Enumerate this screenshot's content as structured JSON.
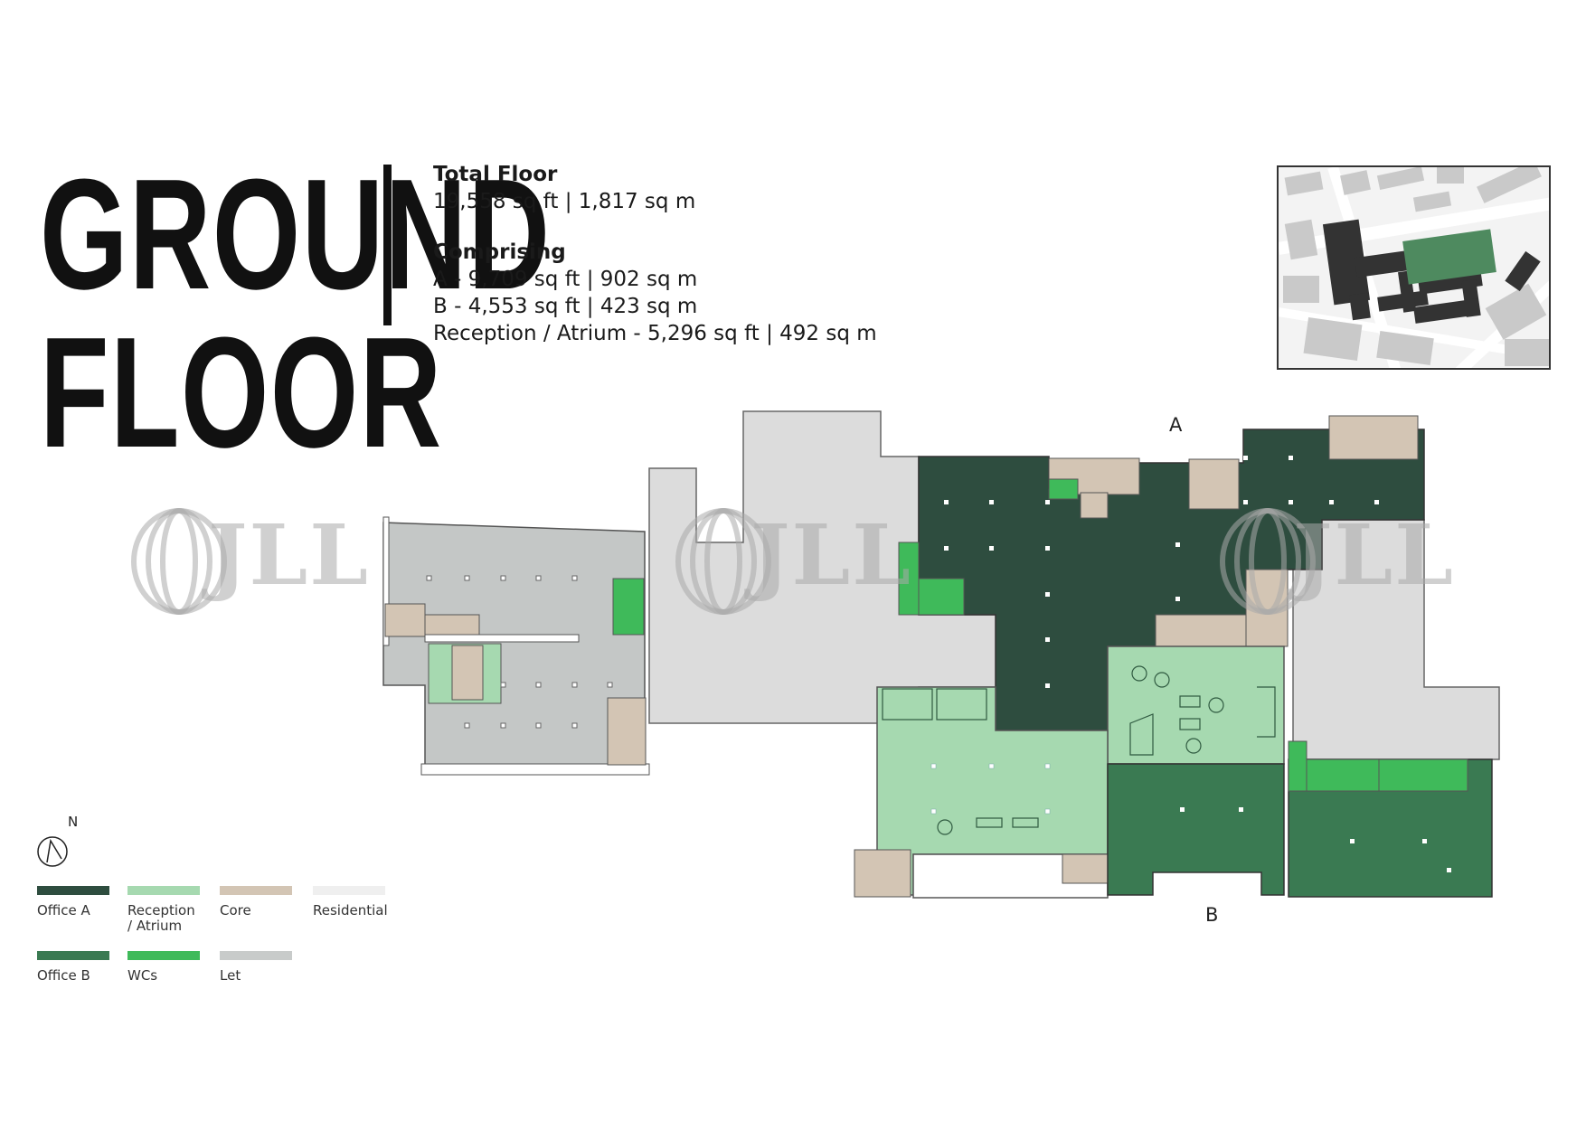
{
  "title": {
    "line1": "GROUND",
    "line2": "FLOOR"
  },
  "total_floor": {
    "heading": "Total Floor",
    "value": "19,558 sq ft | 1,817 sq m"
  },
  "comprising": {
    "heading": "Comprising",
    "items": [
      "A - 9,709 sq ft | 902 sq m",
      "B - 4,553 sq ft | 423 sq m",
      "Reception / Atrium - 5,296 sq ft | 492 sq m"
    ]
  },
  "entrances": {
    "a": "A",
    "b": "B"
  },
  "watermark": "JLL",
  "compass": {
    "label": "N"
  },
  "legend": [
    {
      "label": "Office A",
      "color": "#2e4d3f"
    },
    {
      "label": "Reception / Atrium",
      "color": "#a6d9b0"
    },
    {
      "label": "Core",
      "color": "#d3c5b4"
    },
    {
      "label": "Residential",
      "color": "#efefef"
    },
    {
      "label": "Office B",
      "color": "#3a7a52"
    },
    {
      "label": "WCs",
      "color": "#3fba5a"
    },
    {
      "label": "Let",
      "color": "#c8cbca"
    }
  ],
  "colors": {
    "office_a": "#2e4d3f",
    "office_b": "#3a7a52",
    "reception": "#a6d9b0",
    "core": "#d3c5b4",
    "wc": "#3fba5a",
    "let": "#c8cbca",
    "residential": "#efefef",
    "left_wing": "#c4c7c6"
  }
}
